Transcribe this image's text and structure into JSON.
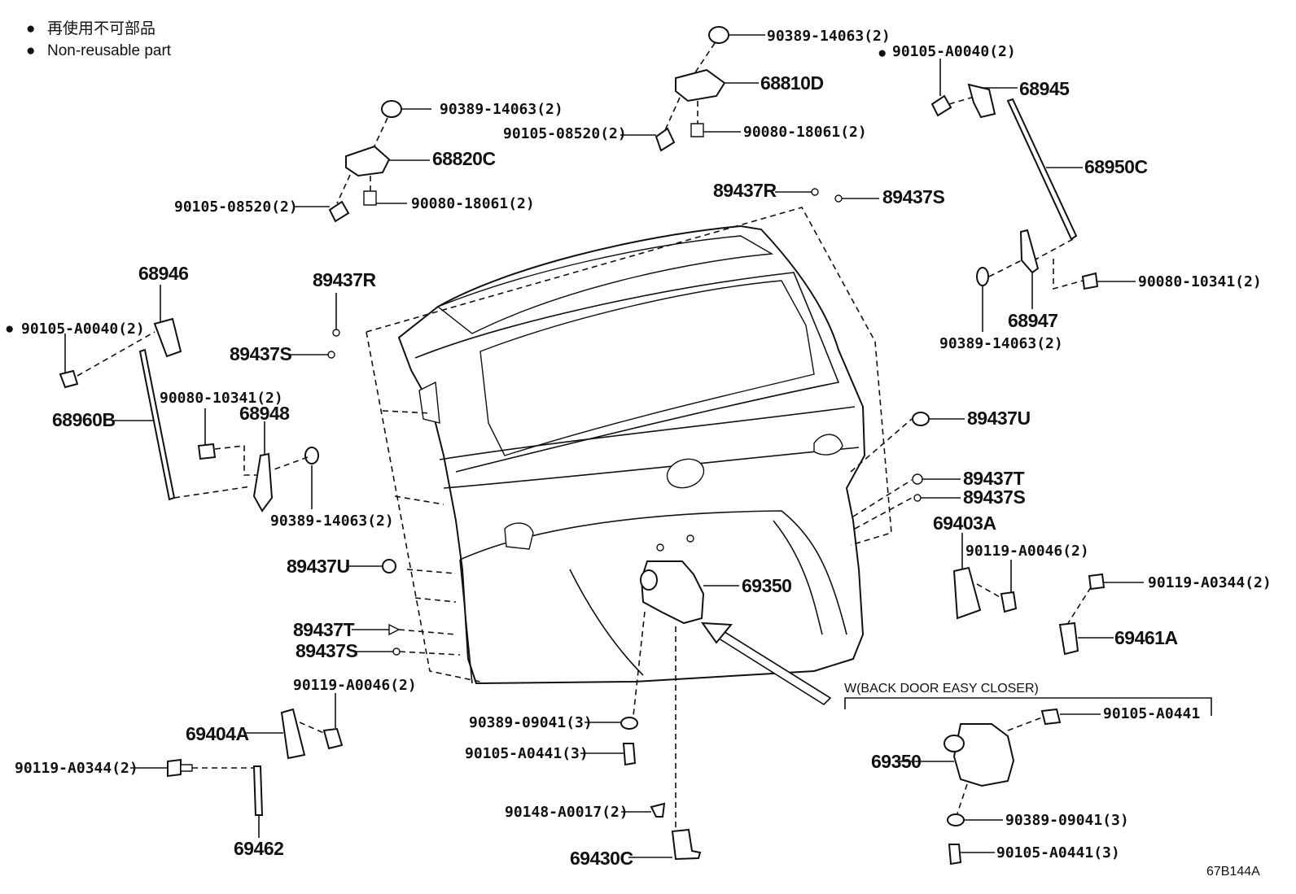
{
  "legend": {
    "items": [
      {
        "symbol": "●",
        "text": "再使用不可部品"
      },
      {
        "symbol": "●",
        "text": "Non-reusable part"
      }
    ]
  },
  "note": {
    "bracket_label": "W(BACK DOOR EASY CLOSER)"
  },
  "figure_code": "67B144A",
  "labels": {
    "l_90389_14063_top": "90389-14063(2)",
    "l_68810D": "68810D",
    "l_90105_08520_top": "90105-08520(2)",
    "l_90080_18061_top": "90080-18061(2)",
    "l_90105_A0040_right": "90105-A0040(2)",
    "l_68945": "68945",
    "l_90389_14063_left": "90389-14063(2)",
    "l_68820C": "68820C",
    "l_90105_08520_left": "90105-08520(2)",
    "l_90080_18061_left": "90080-18061(2)",
    "l_68950C": "68950C",
    "l_89437R_top": "89437R",
    "l_89437S_top": "89437S",
    "l_90080_10341_right": "90080-10341(2)",
    "l_68947": "68947",
    "l_90389_14063_right": "90389-14063(2)",
    "l_68946": "68946",
    "l_89437R_left": "89437R",
    "l_90105_A0040_left": "90105-A0040(2)",
    "l_89437S_left": "89437S",
    "l_90080_10341_left": "90080-10341(2)",
    "l_68948": "68948",
    "l_68960B": "68960B",
    "l_89437U_right": "89437U",
    "l_89437T_right": "89437T",
    "l_89437S_right": "89437S",
    "l_90389_14063_lower": "90389-14063(2)",
    "l_69403A": "69403A",
    "l_90119_A0046_right": "90119-A0046(2)",
    "l_89437U_left": "89437U",
    "l_69350_main": "69350",
    "l_90119_A0344_right": "90119-A0344(2)",
    "l_69461A": "69461A",
    "l_89437T_left": "89437T",
    "l_89437S_bottom": "89437S",
    "l_90119_A0046_left": "90119-A0046(2)",
    "l_69404A": "69404A",
    "l_90389_09041_main": "90389-09041(3)",
    "l_90105_A0441_main": "90105-A0441(3)",
    "l_90119_A0344_left": "90119-A0344(2)",
    "l_90148_A0017": "90148-A0017(2)",
    "l_69462": "69462",
    "l_69430C": "69430C",
    "l_90105_A0441_inset_top": "90105-A0441",
    "l_69350_inset": "69350",
    "l_90389_09041_inset": "90389-09041(3)",
    "l_90105_A0441_inset_bottom": "90105-A0441(3)"
  }
}
